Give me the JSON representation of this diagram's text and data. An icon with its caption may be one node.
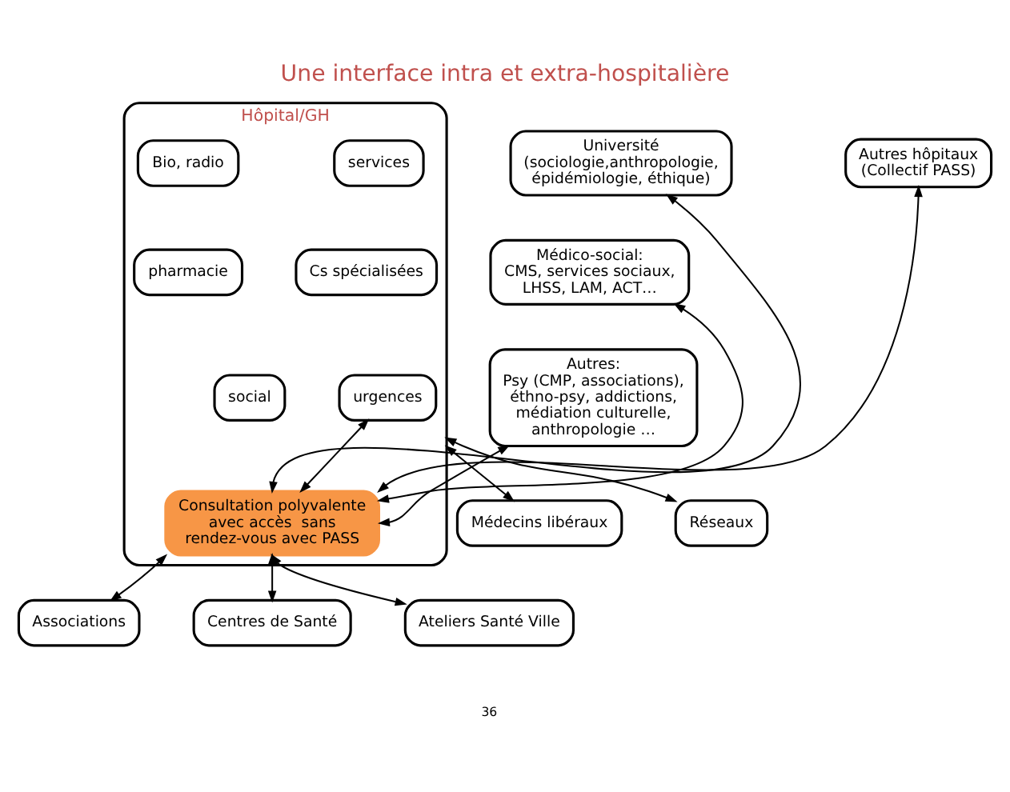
{
  "diagram": {
    "title": "Une interface intra et extra-hospitalière",
    "nodes": [
      {
        "text": [
          "Hôpital/GH"
        ]
      },
      {
        "text": [
          "services"
        ],
        "in": 0
      },
      {
        "text": [
          "Bio, radio"
        ],
        "in": 0
      },
      {
        "text": [
          "pharmacie"
        ],
        "in": 0
      },
      {
        "text": [
          "Cs spécialisées"
        ],
        "in": 0
      },
      {
        "text": [
          "social"
        ],
        "in": 0
      },
      {
        "text": [
          "urgences"
        ],
        "in": 0
      },
      {
        "text": [
          "Consultation polyvalente avec accès  sans rendez-vous avec PASS"
        ],
        "in": 0
      },
      {
        "text": [
          "Université",
          "(sociologie,anthropologie, épidémiologie, éthique)"
        ]
      },
      {
        "text": [
          "Autres hôpitaux",
          "(Collectif PASS)"
        ]
      },
      {
        "text": [
          "Médico-social:",
          "CMS, services sociaux, LHSS, LAM, ACT…"
        ]
      },
      {
        "text": [
          "Autres:",
          "Psy (CMP, associations), éthno-psy, addictions, médiation culturelle, anthropologie …"
        ]
      },
      {
        "text": [
          "Réseaux"
        ]
      },
      {
        "text": [
          "Médecins libéraux"
        ]
      },
      {
        "text": [
          "Centres de Santé"
        ]
      },
      {
        "text": [
          "Associations"
        ]
      },
      {
        "text": [
          "Ateliers Santé Ville"
        ]
      }
    ],
    "edges": [
      {
        "from": 6,
        "to": 7,
        "arrow": "both"
      },
      {
        "from": 7,
        "to": 8,
        "arrow": "both"
      },
      {
        "from": 7,
        "to": 9,
        "arrow": "both"
      },
      {
        "from": 7,
        "to": 10,
        "arrow": "both"
      },
      {
        "from": 7,
        "to": 11,
        "arrow": "both"
      },
      {
        "from": 0,
        "to": 12,
        "arrow": "both"
      },
      {
        "from": 0,
        "to": 13,
        "arrow": "both"
      },
      {
        "from": 7,
        "to": 14,
        "arrow": "both"
      },
      {
        "from": 7,
        "to": 15,
        "arrow": "both"
      },
      {
        "from": 7,
        "to": 16,
        "arrow": "both"
      }
    ],
    "labels": [
      "36"
    ]
  }
}
